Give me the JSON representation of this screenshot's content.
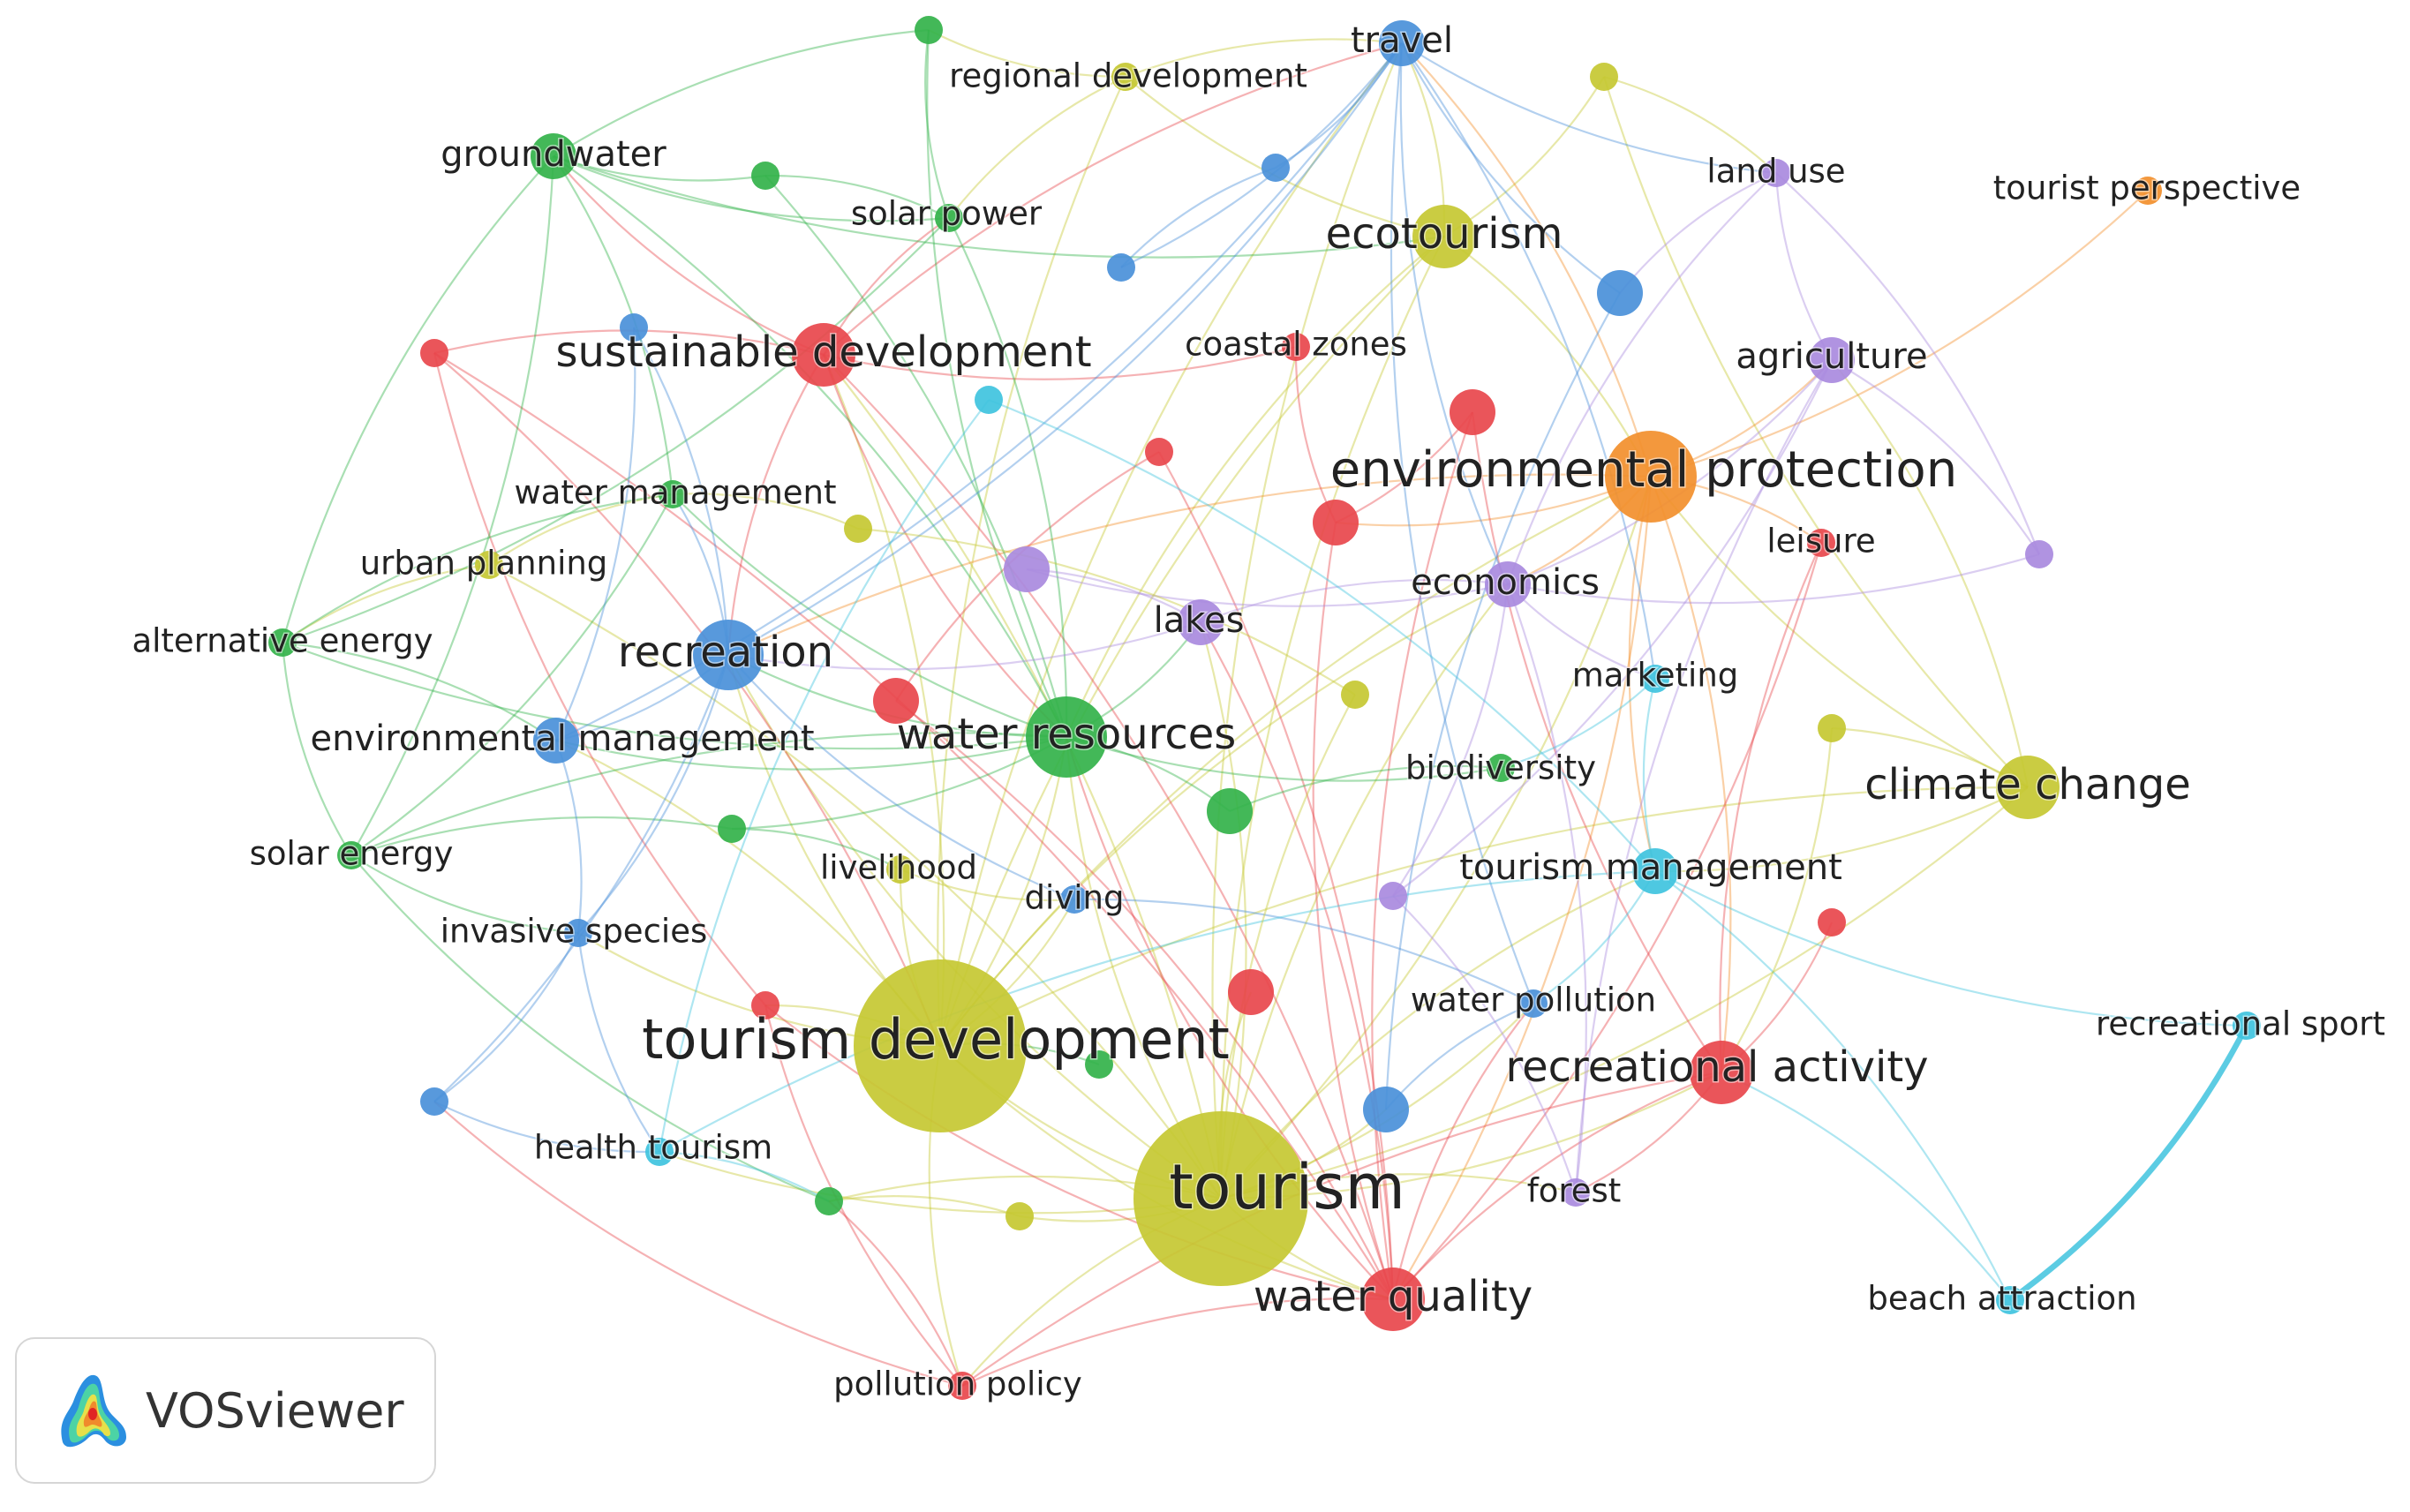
{
  "clusters": {
    "red": "#e8474c",
    "green": "#33b24a",
    "blue": "#4a90d9",
    "yellow": "#c6c832",
    "purple": "#a98ade",
    "cyan": "#3fc3de",
    "orange": "#f28f2c"
  },
  "nodes": [
    {
      "id": "tourism",
      "label": "tourism",
      "cluster": "yellow",
      "size": "xl"
    },
    {
      "id": "tourism-development",
      "label": "tourism development",
      "cluster": "yellow",
      "size": "xl"
    },
    {
      "id": "ecotourism",
      "label": "ecotourism",
      "cluster": "yellow",
      "size": "l"
    },
    {
      "id": "climate-change",
      "label": "climate change",
      "cluster": "yellow",
      "size": "l"
    },
    {
      "id": "regional-development",
      "label": "regional development",
      "cluster": "yellow",
      "size": "s"
    },
    {
      "id": "urban-planning",
      "label": "urban planning",
      "cluster": "yellow",
      "size": "s"
    },
    {
      "id": "livelihood",
      "label": "livelihood",
      "cluster": "yellow",
      "size": "s"
    },
    {
      "id": "y-top",
      "label": "",
      "cluster": "yellow",
      "size": "s"
    },
    {
      "id": "y-mid1",
      "label": "",
      "cluster": "yellow",
      "size": "s"
    },
    {
      "id": "y-mid2",
      "label": "",
      "cluster": "yellow",
      "size": "s"
    },
    {
      "id": "y-right",
      "label": "",
      "cluster": "yellow",
      "size": "s"
    },
    {
      "id": "y-bottom",
      "label": "",
      "cluster": "yellow",
      "size": "s"
    },
    {
      "id": "environmental-protection",
      "label": "environmental protection",
      "cluster": "orange",
      "size": "l"
    },
    {
      "id": "tourist-perspective",
      "label": "tourist perspective",
      "cluster": "orange",
      "size": "s"
    },
    {
      "id": "sustainable-development",
      "label": "sustainable development",
      "cluster": "red",
      "size": "l"
    },
    {
      "id": "recreational-activity",
      "label": "recreational activity",
      "cluster": "red",
      "size": "l"
    },
    {
      "id": "water-quality",
      "label": "water quality",
      "cluster": "red",
      "size": "l"
    },
    {
      "id": "coastal-zones",
      "label": "coastal zones",
      "cluster": "red",
      "size": "s"
    },
    {
      "id": "leisure",
      "label": "leisure",
      "cluster": "red",
      "size": "s"
    },
    {
      "id": "pollution-policy",
      "label": "pollution policy",
      "cluster": "red",
      "size": "s"
    },
    {
      "id": "r-center",
      "label": "",
      "cluster": "red",
      "size": "m"
    },
    {
      "id": "r-upper",
      "label": "",
      "cluster": "red",
      "size": "m"
    },
    {
      "id": "r-mid",
      "label": "",
      "cluster": "red",
      "size": "s"
    },
    {
      "id": "r-rec",
      "label": "",
      "cluster": "red",
      "size": "m"
    },
    {
      "id": "r-lower",
      "label": "",
      "cluster": "red",
      "size": "m"
    },
    {
      "id": "r-left",
      "label": "",
      "cluster": "red",
      "size": "s"
    },
    {
      "id": "r-farleft",
      "label": "",
      "cluster": "red",
      "size": "s"
    },
    {
      "id": "r-right",
      "label": "",
      "cluster": "red",
      "size": "s"
    },
    {
      "id": "water-resources",
      "label": "water resources",
      "cluster": "green",
      "size": "l"
    },
    {
      "id": "water-management",
      "label": "water management",
      "cluster": "green",
      "size": "s"
    },
    {
      "id": "groundwater",
      "label": "groundwater",
      "cluster": "green",
      "size": "m"
    },
    {
      "id": "solar-power",
      "label": "solar power",
      "cluster": "green",
      "size": "s"
    },
    {
      "id": "alternative-energy",
      "label": "alternative energy",
      "cluster": "green",
      "size": "s"
    },
    {
      "id": "solar-energy",
      "label": "solar energy",
      "cluster": "green",
      "size": "s"
    },
    {
      "id": "biodiversity",
      "label": "biodiversity",
      "cluster": "green",
      "size": "s"
    },
    {
      "id": "g-top",
      "label": "",
      "cluster": "green",
      "size": "s"
    },
    {
      "id": "g-top2",
      "label": "",
      "cluster": "green",
      "size": "s"
    },
    {
      "id": "g-mid",
      "label": "",
      "cluster": "green",
      "size": "m"
    },
    {
      "id": "g-left",
      "label": "",
      "cluster": "green",
      "size": "s"
    },
    {
      "id": "g-low1",
      "label": "",
      "cluster": "green",
      "size": "s"
    },
    {
      "id": "g-low2",
      "label": "",
      "cluster": "green",
      "size": "s"
    },
    {
      "id": "recreation",
      "label": "recreation",
      "cluster": "blue",
      "size": "l"
    },
    {
      "id": "travel",
      "label": "travel",
      "cluster": "blue",
      "size": "m"
    },
    {
      "id": "environmental-management",
      "label": "environmental management",
      "cluster": "blue",
      "size": "m"
    },
    {
      "id": "invasive-species",
      "label": "invasive species",
      "cluster": "blue",
      "size": "s"
    },
    {
      "id": "diving",
      "label": "diving",
      "cluster": "blue",
      "size": "s"
    },
    {
      "id": "water-pollution",
      "label": "water pollution",
      "cluster": "blue",
      "size": "s"
    },
    {
      "id": "b-1",
      "label": "",
      "cluster": "blue",
      "size": "s"
    },
    {
      "id": "b-2",
      "label": "",
      "cluster": "blue",
      "size": "s"
    },
    {
      "id": "b-3",
      "label": "",
      "cluster": "blue",
      "size": "m"
    },
    {
      "id": "b-4",
      "label": "",
      "cluster": "blue",
      "size": "s"
    },
    {
      "id": "b-5",
      "label": "",
      "cluster": "blue",
      "size": "m"
    },
    {
      "id": "b-6",
      "label": "",
      "cluster": "blue",
      "size": "s"
    },
    {
      "id": "economics",
      "label": "economics",
      "cluster": "purple",
      "size": "m"
    },
    {
      "id": "lakes",
      "label": "lakes",
      "cluster": "purple",
      "size": "m"
    },
    {
      "id": "land-use",
      "label": "land use",
      "cluster": "purple",
      "size": "s"
    },
    {
      "id": "agriculture",
      "label": "agriculture",
      "cluster": "purple",
      "size": "m"
    },
    {
      "id": "forest",
      "label": "forest",
      "cluster": "purple",
      "size": "s"
    },
    {
      "id": "p-1",
      "label": "",
      "cluster": "purple",
      "size": "m"
    },
    {
      "id": "p-2",
      "label": "",
      "cluster": "purple",
      "size": "s"
    },
    {
      "id": "p-3",
      "label": "",
      "cluster": "purple",
      "size": "s"
    },
    {
      "id": "tourism-management",
      "label": "tourism management",
      "cluster": "cyan",
      "size": "m"
    },
    {
      "id": "marketing",
      "label": "marketing",
      "cluster": "cyan",
      "size": "s"
    },
    {
      "id": "health-tourism",
      "label": "health tourism",
      "cluster": "cyan",
      "size": "s"
    },
    {
      "id": "recreational-sport",
      "label": "recreational sport",
      "cluster": "cyan",
      "size": "s"
    },
    {
      "id": "beach-attraction",
      "label": "beach attraction",
      "cluster": "cyan",
      "size": "s"
    },
    {
      "id": "c-1",
      "label": "",
      "cluster": "cyan",
      "size": "s"
    }
  ],
  "edges": [
    [
      "tourism",
      "tourism-development"
    ],
    [
      "tourism",
      "water-quality"
    ],
    [
      "tourism",
      "water-resources"
    ],
    [
      "tourism",
      "environmental-protection"
    ],
    [
      "tourism",
      "recreation"
    ],
    [
      "tourism",
      "sustainable-development"
    ],
    [
      "tourism",
      "ecotourism"
    ],
    [
      "tourism",
      "climate-change"
    ],
    [
      "tourism",
      "tourism-management"
    ],
    [
      "tourism",
      "recreational-activity"
    ],
    [
      "tourism",
      "economics"
    ],
    [
      "tourism",
      "lakes"
    ],
    [
      "tourism",
      "travel"
    ],
    [
      "tourism",
      "pollution-policy"
    ],
    [
      "tourism",
      "forest"
    ],
    [
      "tourism",
      "b-5"
    ],
    [
      "tourism",
      "r-lower"
    ],
    [
      "tourism",
      "water-pollution"
    ],
    [
      "tourism",
      "health-tourism"
    ],
    [
      "tourism",
      "g-low1"
    ],
    [
      "tourism",
      "y-bottom"
    ],
    [
      "tourism-development",
      "water-resources"
    ],
    [
      "tourism-development",
      "recreation"
    ],
    [
      "tourism-development",
      "sustainable-development"
    ],
    [
      "tourism-development",
      "environmental-protection"
    ],
    [
      "tourism-development",
      "water-quality"
    ],
    [
      "tourism-development",
      "ecotourism"
    ],
    [
      "tourism-development",
      "diving"
    ],
    [
      "tourism-development",
      "livelihood"
    ],
    [
      "tourism-development",
      "environmental-management"
    ],
    [
      "tourism-development",
      "invasive-species"
    ],
    [
      "tourism-development",
      "pollution-policy"
    ],
    [
      "tourism-development",
      "economics"
    ],
    [
      "tourism-development",
      "r-left"
    ],
    [
      "tourism-development",
      "travel"
    ],
    [
      "ecotourism",
      "travel"
    ],
    [
      "ecotourism",
      "regional-development"
    ],
    [
      "ecotourism",
      "y-top"
    ],
    [
      "ecotourism",
      "environmental-protection"
    ],
    [
      "ecotourism",
      "water-resources"
    ],
    [
      "climate-change",
      "environmental-protection"
    ],
    [
      "climate-change",
      "y-right"
    ],
    [
      "climate-change",
      "tourism-management"
    ],
    [
      "climate-change",
      "agriculture"
    ],
    [
      "climate-change",
      "y-top"
    ],
    [
      "climate-change",
      "tourism-development"
    ],
    [
      "regional-development",
      "g-top"
    ],
    [
      "regional-development",
      "solar-power"
    ],
    [
      "regional-development",
      "travel"
    ],
    [
      "regional-development",
      "tourism-development"
    ],
    [
      "urban-planning",
      "water-management"
    ],
    [
      "urban-planning",
      "alternative-energy"
    ],
    [
      "urban-planning",
      "tourism"
    ],
    [
      "environmental-protection",
      "tourist-perspective"
    ],
    [
      "environmental-protection",
      "economics"
    ],
    [
      "environmental-protection",
      "travel"
    ],
    [
      "environmental-protection",
      "leisure"
    ],
    [
      "environmental-protection",
      "agriculture"
    ],
    [
      "environmental-protection",
      "water-quality"
    ],
    [
      "environmental-protection",
      "recreation"
    ],
    [
      "environmental-protection",
      "r-center"
    ],
    [
      "environmental-protection",
      "tourism-management"
    ],
    [
      "environmental-protection",
      "recreational-activity"
    ],
    [
      "sustainable-development",
      "water-resources"
    ],
    [
      "sustainable-development",
      "groundwater"
    ],
    [
      "sustainable-development",
      "recreation"
    ],
    [
      "sustainable-development",
      "water-quality"
    ],
    [
      "sustainable-development",
      "r-farleft"
    ],
    [
      "sustainable-development",
      "travel"
    ],
    [
      "sustainable-development",
      "coastal-zones"
    ],
    [
      "sustainable-development",
      "solar-power"
    ],
    [
      "recreational-activity",
      "water-quality"
    ],
    [
      "recreational-activity",
      "leisure"
    ],
    [
      "recreational-activity",
      "r-right"
    ],
    [
      "recreational-activity",
      "forest"
    ],
    [
      "recreational-activity",
      "pollution-policy"
    ],
    [
      "recreational-activity",
      "r-upper"
    ],
    [
      "water-quality",
      "pollution-policy"
    ],
    [
      "water-quality",
      "water-pollution"
    ],
    [
      "water-quality",
      "r-rec"
    ],
    [
      "water-quality",
      "r-center"
    ],
    [
      "water-quality",
      "r-mid"
    ],
    [
      "water-quality",
      "r-left"
    ],
    [
      "water-quality",
      "r-farleft"
    ],
    [
      "water-quality",
      "water-resources"
    ],
    [
      "water-quality",
      "leisure"
    ],
    [
      "water-quality",
      "r-upper"
    ],
    [
      "water-quality",
      "lakes"
    ],
    [
      "pollution-policy",
      "r-left"
    ],
    [
      "pollution-policy",
      "g-low1"
    ],
    [
      "pollution-policy",
      "b-4"
    ],
    [
      "r-farleft",
      "r-left"
    ],
    [
      "r-farleft",
      "tourism-development"
    ],
    [
      "r-center",
      "r-upper"
    ],
    [
      "r-center",
      "coastal-zones"
    ],
    [
      "r-mid",
      "r-rec"
    ],
    [
      "water-resources",
      "water-management"
    ],
    [
      "water-resources",
      "groundwater"
    ],
    [
      "water-resources",
      "recreation"
    ],
    [
      "water-resources",
      "solar-power"
    ],
    [
      "water-resources",
      "alternative-energy"
    ],
    [
      "water-resources",
      "solar-energy"
    ],
    [
      "water-resources",
      "g-mid"
    ],
    [
      "water-resources",
      "biodiversity"
    ],
    [
      "water-resources",
      "environmental-management"
    ],
    [
      "water-resources",
      "lakes"
    ],
    [
      "water-resources",
      "g-top"
    ],
    [
      "water-resources",
      "g-top2"
    ],
    [
      "water-resources",
      "g-left"
    ],
    [
      "groundwater",
      "solar-power"
    ],
    [
      "groundwater",
      "g-top"
    ],
    [
      "groundwater",
      "g-top2"
    ],
    [
      "groundwater",
      "water-management"
    ],
    [
      "groundwater",
      "alternative-energy"
    ],
    [
      "groundwater",
      "solar-energy"
    ],
    [
      "groundwater",
      "ecotourism"
    ],
    [
      "solar-power",
      "g-top"
    ],
    [
      "solar-power",
      "g-top2"
    ],
    [
      "solar-power",
      "alternative-energy"
    ],
    [
      "water-management",
      "alternative-energy"
    ],
    [
      "water-management",
      "solar-energy"
    ],
    [
      "alternative-energy",
      "solar-energy"
    ],
    [
      "alternative-energy",
      "environmental-management"
    ],
    [
      "solar-energy",
      "invasive-species"
    ],
    [
      "solar-energy",
      "g-left"
    ],
    [
      "solar-energy",
      "g-low1"
    ],
    [
      "g-mid",
      "biodiversity"
    ],
    [
      "g-low2",
      "tourism-development"
    ],
    [
      "g-left",
      "livelihood"
    ],
    [
      "recreation",
      "travel"
    ],
    [
      "recreation",
      "environmental-management"
    ],
    [
      "recreation",
      "b-1"
    ],
    [
      "recreation",
      "invasive-species"
    ],
    [
      "recreation",
      "diving"
    ],
    [
      "recreation",
      "b-4"
    ],
    [
      "recreation",
      "water-management"
    ],
    [
      "travel",
      "b-2"
    ],
    [
      "travel",
      "b-3"
    ],
    [
      "travel",
      "b-6"
    ],
    [
      "travel",
      "economics"
    ],
    [
      "travel",
      "environmental-management"
    ],
    [
      "travel",
      "water-pollution"
    ],
    [
      "travel",
      "marketing"
    ],
    [
      "travel",
      "land-use"
    ],
    [
      "environmental-management",
      "invasive-species"
    ],
    [
      "environmental-management",
      "b-1"
    ],
    [
      "invasive-species",
      "b-4"
    ],
    [
      "invasive-species",
      "health-tourism"
    ],
    [
      "diving",
      "water-pollution"
    ],
    [
      "water-pollution",
      "b-5"
    ],
    [
      "b-5",
      "b-3"
    ],
    [
      "b-4",
      "health-tourism"
    ],
    [
      "b-6",
      "b-2"
    ],
    [
      "economics",
      "lakes"
    ],
    [
      "economics",
      "land-use"
    ],
    [
      "economics",
      "agriculture"
    ],
    [
      "economics",
      "p-2"
    ],
    [
      "economics",
      "p-3"
    ],
    [
      "economics",
      "forest"
    ],
    [
      "economics",
      "marketing"
    ],
    [
      "economics",
      "p-1"
    ],
    [
      "land-use",
      "agriculture"
    ],
    [
      "land-use",
      "p-3"
    ],
    [
      "land-use",
      "b-3"
    ],
    [
      "agriculture",
      "p-3"
    ],
    [
      "agriculture",
      "forest"
    ],
    [
      "agriculture",
      "p-2"
    ],
    [
      "lakes",
      "p-1"
    ],
    [
      "lakes",
      "recreation"
    ],
    [
      "forest",
      "p-2"
    ],
    [
      "tourism-management",
      "marketing"
    ],
    [
      "tourism-management",
      "recreational-sport"
    ],
    [
      "tourism-management",
      "beach-attraction"
    ],
    [
      "tourism-management",
      "c-1"
    ],
    [
      "tourism-management",
      "water-pollution"
    ],
    [
      "tourism-management",
      "health-tourism"
    ],
    [
      "recreational-sport",
      "beach-attraction"
    ],
    [
      "beach-attraction",
      "recreational-activity"
    ],
    [
      "marketing",
      "biodiversity"
    ],
    [
      "c-1",
      "health-tourism"
    ],
    [
      "health-tourism",
      "g-low1"
    ],
    [
      "livelihood",
      "diving"
    ],
    [
      "y-mid1",
      "y-mid2"
    ],
    [
      "y-mid2",
      "tourism"
    ],
    [
      "y-right",
      "recreational-activity"
    ],
    [
      "y-bottom",
      "g-low1"
    ],
    [
      "y-top",
      "land-use"
    ],
    [
      "y-mid1",
      "water-management"
    ]
  ],
  "edge_weights": [
    {
      "pair": [
        "recreational-sport",
        "beach-attraction"
      ],
      "weight": 3
    }
  ],
  "brand": {
    "name": "VOSviewer",
    "icon": "vosviewer-density-logo"
  }
}
